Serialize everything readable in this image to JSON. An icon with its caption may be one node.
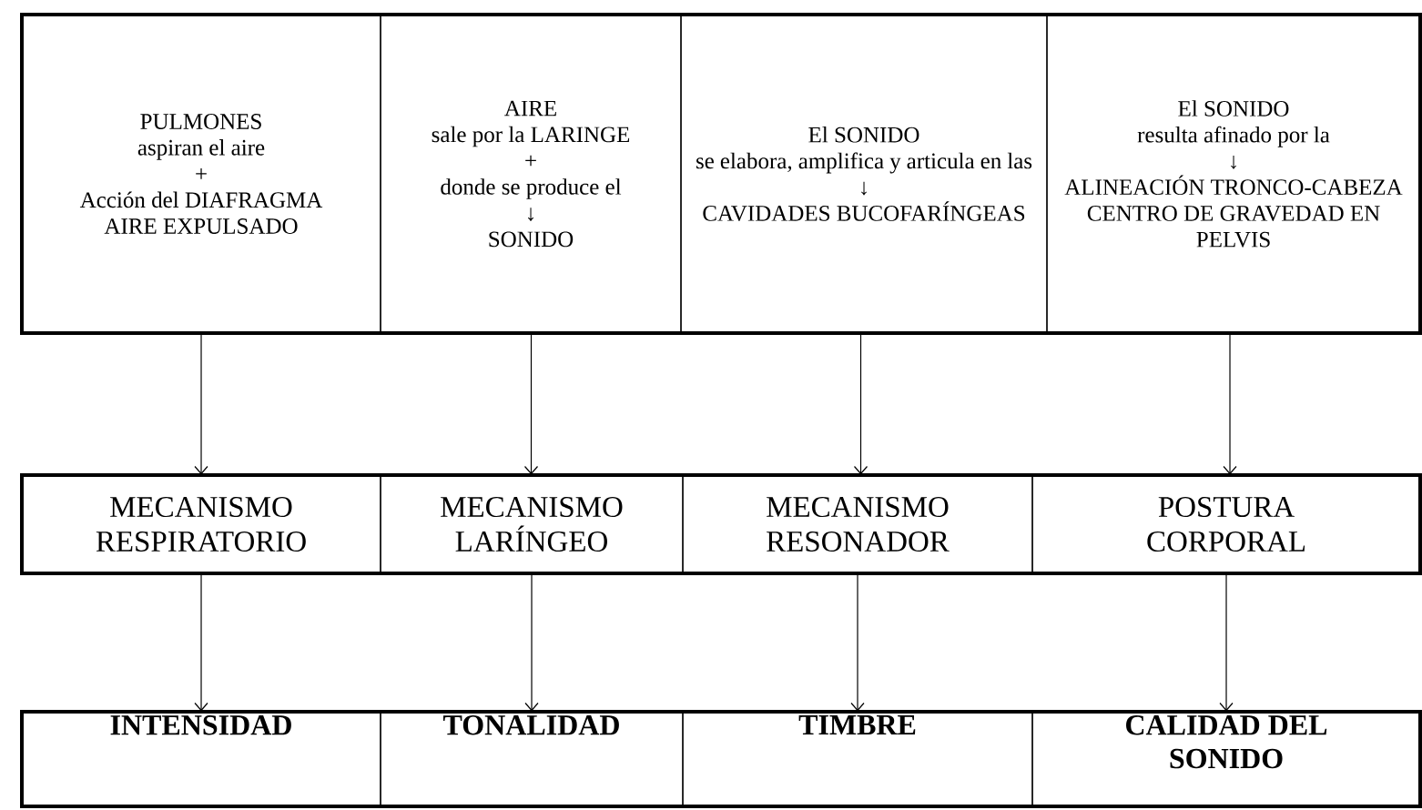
{
  "diagram": {
    "nodes": [
      {
        "text": [
          "PULMONES",
          "aspiran el aire",
          "+",
          "Acción del DIAFRAGMA",
          "AIRE EXPULSADO"
        ]
      },
      {
        "text": [
          "AIRE",
          "sale por la LARINGE",
          "+",
          "donde se produce el",
          "↓",
          "SONIDO"
        ]
      },
      {
        "text": [
          "El SONIDO",
          "se elabora, amplifica y articula en las",
          "↓",
          "CAVIDADES BUCOFARÍNGEAS"
        ]
      },
      {
        "text": [
          "El SONIDO",
          "resulta afinado por la",
          "↓",
          "ALINEACIÓN TRONCO-CABEZA CENTRO DE GRAVEDAD EN PELVIS"
        ]
      },
      {
        "text": [
          "MECANISMO RESPIRATORIO"
        ]
      },
      {
        "text": [
          "MECANISMO LARÍNGEO"
        ]
      },
      {
        "text": [
          "MECANISMO RESONADOR"
        ]
      },
      {
        "text": [
          "POSTURA CORPORAL"
        ]
      },
      {
        "text": [
          "**INTENSIDAD**"
        ]
      },
      {
        "text": [
          "**TONALIDAD**"
        ]
      },
      {
        "text": [
          "**TIMBRE**"
        ]
      },
      {
        "text": [
          "**CALIDAD DEL SONIDO**"
        ]
      }
    ],
    "edges": [
      {
        "from": 0,
        "to": 4,
        "arrow": "to"
      },
      {
        "from": 1,
        "to": 5,
        "arrow": "to"
      },
      {
        "from": 2,
        "to": 6,
        "arrow": "to"
      },
      {
        "from": 3,
        "to": 7,
        "arrow": "to"
      },
      {
        "from": 4,
        "to": 8,
        "arrow": "to"
      },
      {
        "from": 5,
        "to": 9,
        "arrow": "to"
      },
      {
        "from": 6,
        "to": 10,
        "arrow": "to"
      },
      {
        "from": 7,
        "to": 11,
        "arrow": "to"
      }
    ]
  }
}
